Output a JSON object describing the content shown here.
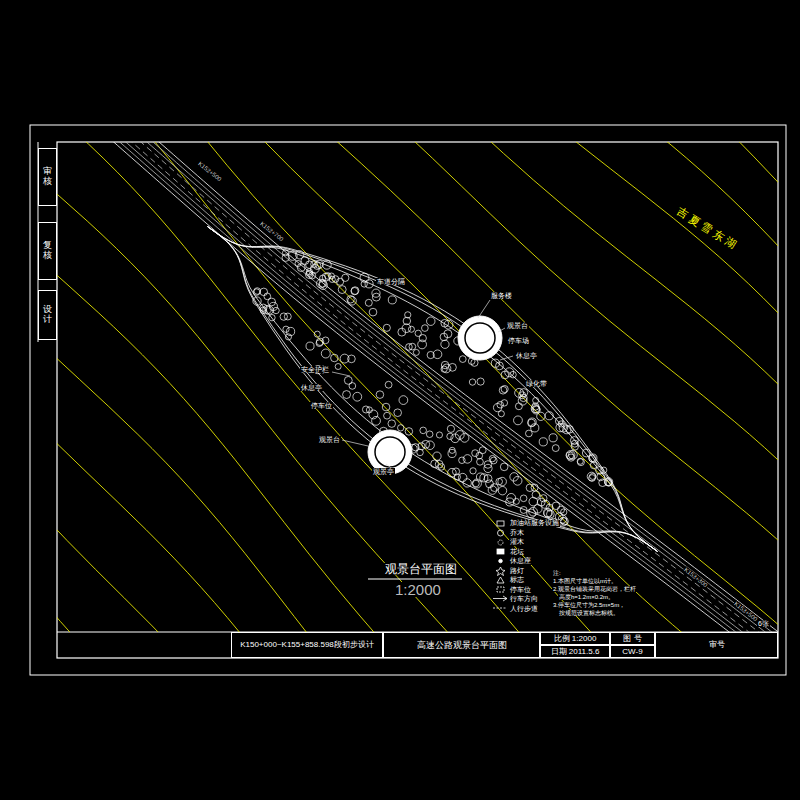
{
  "diagram": {
    "title": "观景台平面图",
    "nodes": [
      {
        "text": [
          "审核"
        ]
      },
      {
        "text": [
          "复核"
        ]
      },
      {
        "text": [
          "设计"
        ]
      },
      {
        "text": [
          "K150+000~K155+858.598段初步设计"
        ]
      },
      {
        "text": [
          "高速公路观景台平面图"
        ]
      },
      {
        "text": [
          "比例 1:2000"
        ]
      },
      {
        "text": [
          "日期 2011.5.6"
        ]
      },
      {
        "text": [
          "图 号"
        ]
      },
      {
        "text": [
          "CW-9"
        ]
      },
      {
        "text": [
          "审号"
        ]
      }
    ],
    "labels": [
      "1:2000",
      "吉 夏 雪 东 湖",
      "6张",
      "K152+500",
      "K152+700",
      "K153+300",
      "K153+500",
      "服务楼",
      "观景台",
      "停车场",
      "休息亭",
      "绿化带",
      "车道分隔",
      "安全护栏",
      "停车位",
      "休息亭",
      "观景台",
      "观景亭",
      "注:",
      "1.本图尺寸单位以m计。",
      "2.观景台铺装采用花岗岩，栏杆",
      "高度h=1.2m×0.2m。",
      "3.停车位尺寸为2.5m×5m，",
      "按规范设置标志标线。"
    ],
    "legend": [
      {
        "text": "加油站服务设施"
      },
      {
        "text": "乔木"
      },
      {
        "text": "灌木"
      },
      {
        "text": "花坛"
      },
      {
        "text": "休息座"
      },
      {
        "text": "路灯"
      },
      {
        "text": "标志"
      },
      {
        "text": "停车位"
      },
      {
        "text": "行车方向"
      },
      {
        "text": "人行步道"
      }
    ]
  }
}
